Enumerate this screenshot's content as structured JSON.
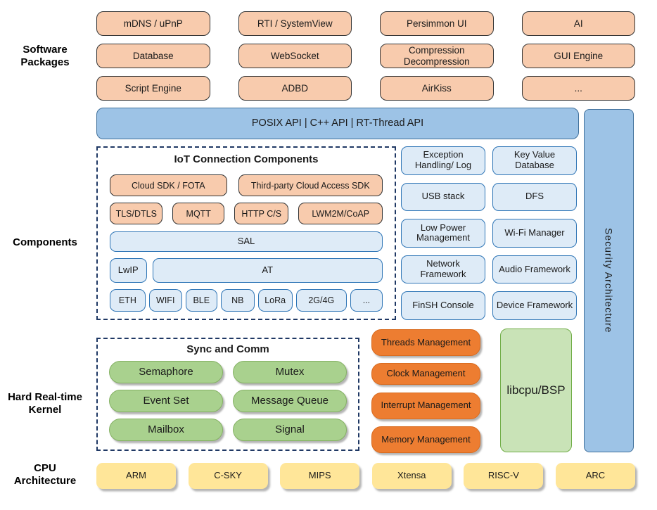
{
  "section_labels": {
    "software_packages": "Software\nPackages",
    "components": "Components",
    "kernel": "Hard Real-time\nKernel",
    "cpu": "CPU\nArchitecture"
  },
  "software_packages": {
    "items": [
      "mDNS / uPnP",
      "RTI / SystemView",
      "Persimmon UI",
      "AI",
      "Database",
      "WebSocket",
      "Compression Decompression",
      "GUI Engine",
      "Script Engine",
      "ADBD",
      "AirKiss",
      "..."
    ]
  },
  "api_bar": {
    "label": "POSIX API | C++ API | RT-Thread API"
  },
  "security_bar": {
    "label": "Security Architecture"
  },
  "iot": {
    "title": "IoT Connection Components",
    "sdk_row": [
      "Cloud SDK / FOTA",
      "Third-party Cloud Access SDK"
    ],
    "protocol_row": [
      "TLS/DTLS",
      "MQTT",
      "HTTP C/S",
      "LWM2M/CoAP"
    ],
    "sal": "SAL",
    "lwip": "LwIP",
    "at": "AT",
    "link_row": [
      "ETH",
      "WIFI",
      "BLE",
      "NB",
      "LoRa",
      "2G/4G",
      "..."
    ]
  },
  "components": {
    "items": [
      "Exception Handling/ Log",
      "Key Value Database",
      "USB stack",
      "DFS",
      "Low Power Management",
      "Wi-Fi Manager",
      "Network Framework",
      "Audio Framework",
      "FinSH Console",
      "Device Framework"
    ]
  },
  "kernel": {
    "sync_title": "Sync and Comm",
    "sync_items": [
      "Semaphore",
      "Mutex",
      "Event Set",
      "Message Queue",
      "Mailbox",
      "Signal"
    ],
    "mgmt_items": [
      "Threads Management",
      "Clock Management",
      "Interrupt Management",
      "Memory Management"
    ],
    "libcpu": "libcpu/BSP"
  },
  "cpu": {
    "items": [
      "ARM",
      "C-SKY",
      "MIPS",
      "Xtensa",
      "RISC-V",
      "ARC"
    ]
  },
  "colors": {
    "package_orange": "#F8CBAD",
    "api_blue": "#9DC3E6",
    "component_blue": "#DEEBF7",
    "kernel_green": "#A9D18E",
    "management_orange": "#ED7D31",
    "libcpu_green": "#C9E3B7",
    "cpu_yellow": "#FFE699",
    "blue_border": "#2E75B6",
    "dashed_navy": "#1F3864"
  }
}
